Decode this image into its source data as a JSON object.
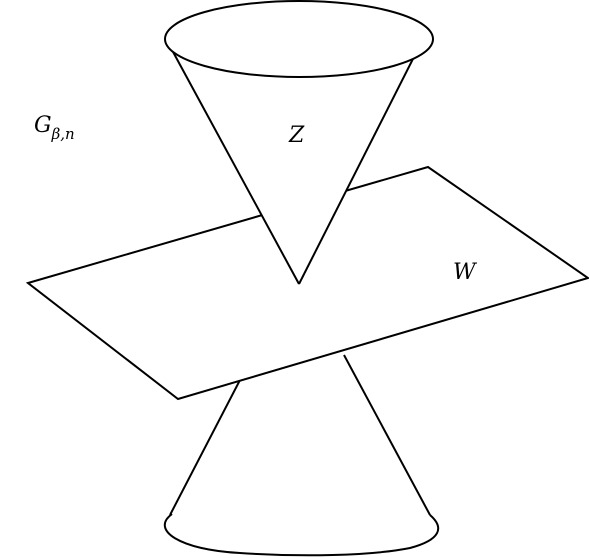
{
  "labels": {
    "group_main": "G",
    "group_subscript": "β,n",
    "cone_label": "Z",
    "plane_label": "W"
  },
  "colors": {
    "stroke": "#000000",
    "fill": "#ffffff"
  }
}
